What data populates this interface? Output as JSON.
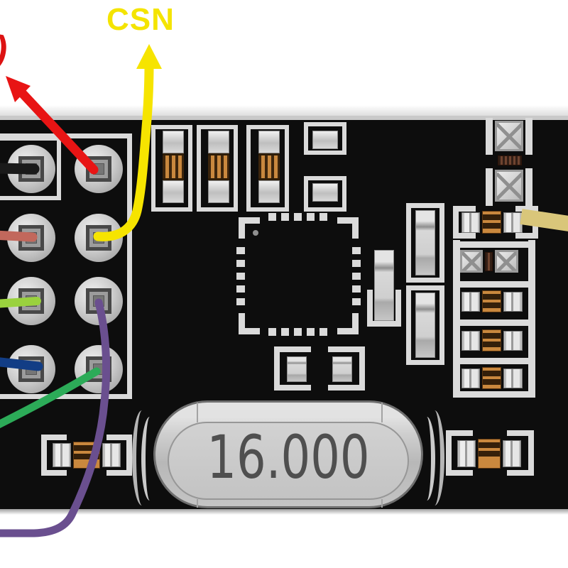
{
  "annotations": {
    "csn_label": "CSN",
    "partial_label": ")",
    "csn_color": "#f4e400",
    "partial_color": "#dd1212"
  },
  "wires": {
    "black": "#1a1a1a",
    "salmon": "#c2685c",
    "yellow": "#f6e400",
    "light_green": "#9ad23e",
    "blue": "#123d85",
    "green": "#2cab58",
    "purple": "#6a4f8f",
    "red": "#e81414",
    "gold": "#d9c67a"
  },
  "board": {
    "crystal_marking": "16.000",
    "pcb_color": "#0d0d0d",
    "silkscreen_color": "#dadada",
    "header": {
      "rows": 4,
      "cols": 2,
      "pin_count": 8
    }
  }
}
